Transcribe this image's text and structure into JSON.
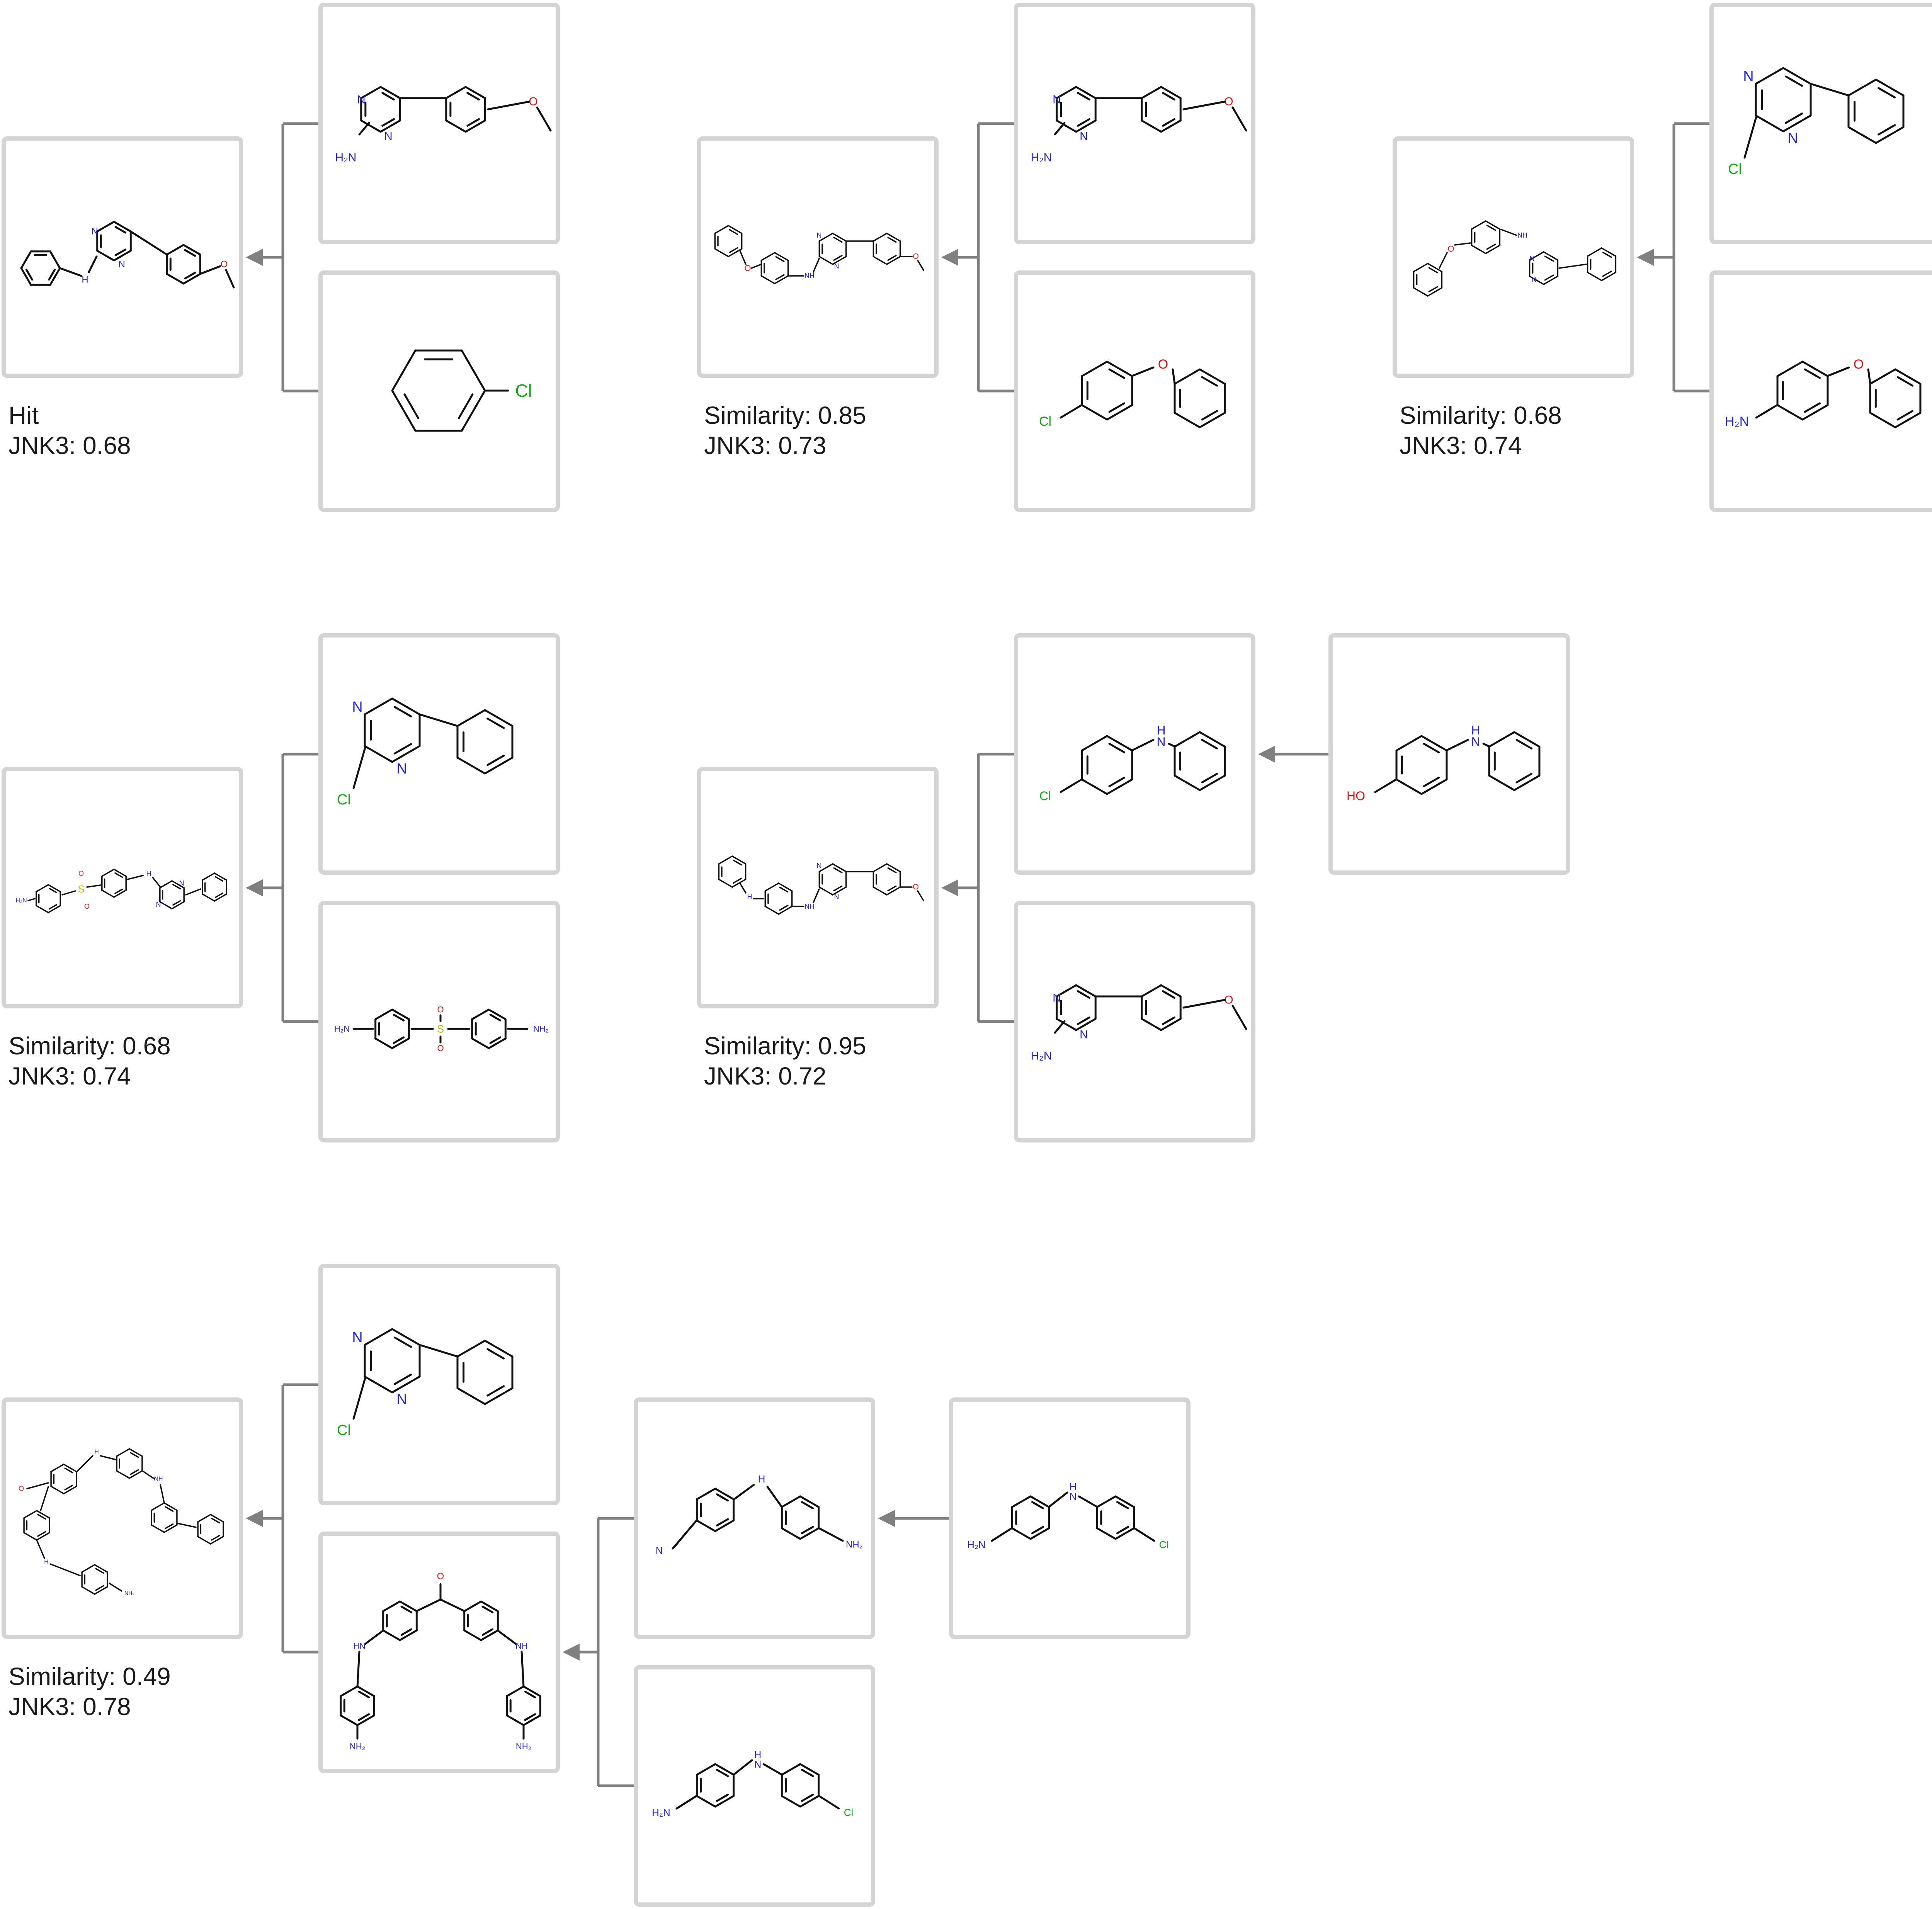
{
  "colors": {
    "box_border": "#d4d4d4",
    "connector": "#808080",
    "carbon": "#111111",
    "nitrogen": "#2222dd",
    "oxygen": "#dd1111",
    "chlorine": "#11aa11",
    "sulfur": "#b8b800"
  },
  "rows": [
    {
      "routes": [
        {
          "product": "phenylamino-pyrimidine-methoxyphenyl",
          "caption_line1": "Hit",
          "caption_line2": "JNK3: 0.68",
          "reactants": [
            "aminopyrimidine-methoxyphenyl",
            "chlorobenzene"
          ]
        },
        {
          "product": "phenoxyanilino-pyrimidine-methoxyphenyl",
          "caption_line1": "Similarity: 0.85",
          "caption_line2": "JNK3: 0.73",
          "reactants": [
            "aminopyrimidine-methoxyphenyl",
            "chlorodiphenylether"
          ]
        },
        {
          "product": "phenoxyanilino-pyrimidine-phenyl",
          "caption_line1": "Similarity: 0.68",
          "caption_line2": "JNK3: 0.74",
          "reactants": [
            "chloropyrimidine-phenyl",
            "aminodiphenylether"
          ]
        }
      ]
    },
    {
      "routes": [
        {
          "product": "sulfonyl-anilino-pyrimidine-phenyl",
          "caption_line1": "Similarity: 0.68",
          "caption_line2": "JNK3: 0.74",
          "reactants": [
            "chloropyrimidine-phenyl",
            "diaminodiphenylsulfone"
          ]
        },
        {
          "product": "anilinoanilino-pyrimidine-methoxyphenyl",
          "caption_line1": "Similarity: 0.95",
          "caption_line2": "JNK3: 0.72",
          "reactants": [
            "chlorodiphenylamine",
            "aminopyrimidine-methoxyphenyl"
          ],
          "precursor": "hydroxydiphenylamine"
        }
      ]
    },
    {
      "routes": [
        {
          "product": "benzophenone-anilino-pyrimidine-phenyl",
          "caption_line1": "Similarity: 0.49",
          "caption_line2": "JNK3: 0.78",
          "reactants": [
            "chloropyrimidine-phenyl",
            "bis-aminoanilino-benzophenone"
          ],
          "sub_reactants": [
            "cyano-aminodiphenylamine",
            "amino-chlorodiphenylamine"
          ],
          "sub_precursor": "amino-chlorodiphenylamine"
        }
      ]
    }
  ],
  "atom_labels": {
    "N": "N",
    "NH": "NH",
    "HN": "HN",
    "H": "H",
    "H2N": "H₂N",
    "NH2": "NH₂",
    "O": "O",
    "HO": "HO",
    "Cl": "Cl",
    "S": "S"
  }
}
